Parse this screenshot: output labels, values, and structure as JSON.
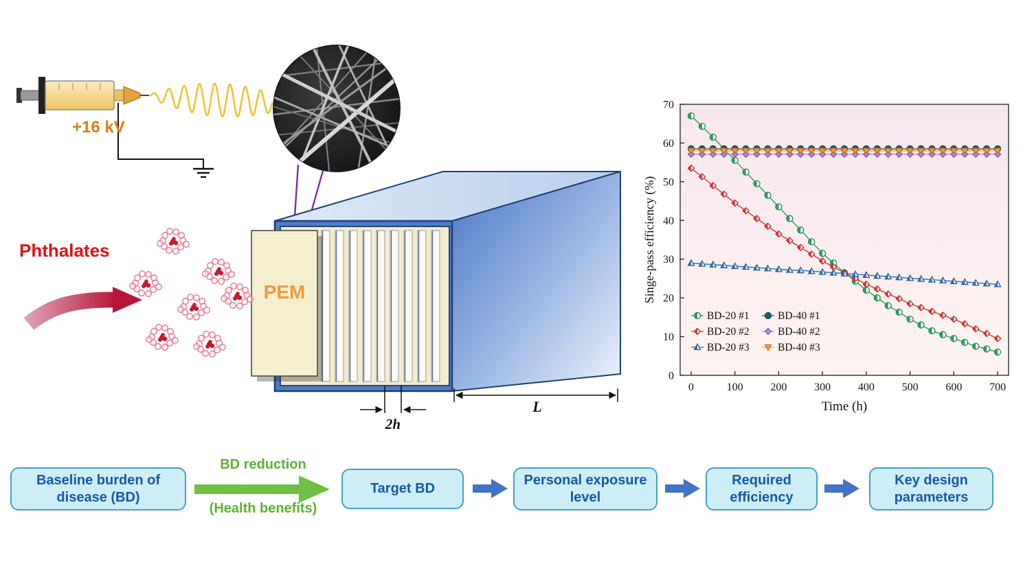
{
  "figure": {
    "voltage_label": "+16 kV",
    "phthalates_label": "Phthalates",
    "pem_label": "PEM",
    "gap_label": "2h",
    "length_label": "L",
    "colors": {
      "voltage": "#e07b1a",
      "phthalates": "#e01212",
      "pem": "#ed9c3c"
    }
  },
  "chart_data": {
    "type": "line",
    "title": "",
    "xlabel": "Time (h)",
    "ylabel": "Singe-pass efficiency (%)",
    "xlim": [
      0,
      700
    ],
    "ylim": [
      0,
      70
    ],
    "x_ticks": [
      0,
      100,
      200,
      300,
      400,
      500,
      600,
      700
    ],
    "y_ticks": [
      0,
      10,
      20,
      30,
      40,
      50,
      60,
      70
    ],
    "grid": false,
    "legend_position": "lower-left",
    "plot_bg_top": "#f8e6ef",
    "plot_bg_bottom": "#fdf4f1",
    "x": [
      0,
      25,
      50,
      75,
      100,
      125,
      150,
      175,
      200,
      225,
      250,
      275,
      300,
      325,
      350,
      375,
      400,
      425,
      450,
      475,
      500,
      525,
      550,
      575,
      600,
      625,
      650,
      675,
      700
    ],
    "series": [
      {
        "name": "BD-20 #1",
        "color": "#2e9e5b",
        "edge": "#1d7a42",
        "marker": "circle",
        "fill": "half",
        "values": [
          67,
          64.3,
          61.5,
          58.5,
          55.5,
          52.5,
          49.5,
          46.5,
          43.5,
          40.5,
          37.5,
          34.5,
          31.5,
          29,
          26.5,
          24.3,
          22,
          20,
          18,
          16.3,
          14.5,
          13,
          11.5,
          10.5,
          9.5,
          8.5,
          7.5,
          6.8,
          6
        ]
      },
      {
        "name": "BD-20 #2",
        "color": "#d83434",
        "edge": "#a81f1f",
        "marker": "diamond",
        "fill": "half",
        "values": [
          53.5,
          51.3,
          49,
          46.8,
          44.5,
          42.5,
          40.5,
          38.5,
          36.5,
          34.8,
          33,
          31.3,
          29.5,
          28,
          26.5,
          25,
          23.5,
          22.3,
          21,
          19.8,
          18.5,
          17.5,
          16.5,
          15.5,
          14.5,
          13.3,
          12,
          10.8,
          9.5
        ]
      },
      {
        "name": "BD-20 #3",
        "color": "#2e6db4",
        "edge": "#1d4f8a",
        "marker": "triangle-up",
        "fill": "half",
        "values": [
          29,
          28.8,
          28.6,
          28.4,
          28.2,
          28,
          27.8,
          27.6,
          27.4,
          27.2,
          27.1,
          26.9,
          26.7,
          26.5,
          26.3,
          26.1,
          25.9,
          25.7,
          25.5,
          25.3,
          25.1,
          24.9,
          24.7,
          24.5,
          24.3,
          24.1,
          23.9,
          23.7,
          23.5
        ]
      },
      {
        "name": "BD-40 #1",
        "color": "#17666e",
        "edge": "#0c4047",
        "marker": "circle",
        "fill": "solid",
        "values": [
          58.5,
          58.5,
          58.5,
          58.5,
          58.5,
          58.5,
          58.5,
          58.5,
          58.5,
          58.5,
          58.5,
          58.5,
          58.5,
          58.5,
          58.5,
          58.5,
          58.5,
          58.5,
          58.5,
          58.5,
          58.5,
          58.5,
          58.5,
          58.5,
          58.5,
          58.5,
          58.5,
          58.5,
          58.5
        ]
      },
      {
        "name": "BD-40 #2",
        "color": "#b488dc",
        "edge": "#7a4fa8",
        "marker": "diamond",
        "fill": "solid",
        "values": [
          57.1,
          57.1,
          57.1,
          57.1,
          57.1,
          57.1,
          57.1,
          57.1,
          57.1,
          57.1,
          57.1,
          57.1,
          57.1,
          57.1,
          57.1,
          57.1,
          57.1,
          57.1,
          57.1,
          57.1,
          57.1,
          57.1,
          57.1,
          57.1,
          57.1,
          57.1,
          57.1,
          57.1,
          57.1
        ]
      },
      {
        "name": "BD-40 #3",
        "color": "#f59a3c",
        "edge": "#c86f18",
        "marker": "triangle-down",
        "fill": "solid",
        "values": [
          58,
          58,
          58,
          58,
          58,
          58,
          58,
          58,
          58,
          58,
          58,
          58,
          58,
          58,
          58,
          58,
          58,
          58,
          58,
          58,
          58,
          58,
          58,
          58,
          58,
          58,
          58,
          58,
          58
        ]
      }
    ]
  },
  "flow": {
    "boxes": [
      {
        "label": "Baseline burden of disease (BD)"
      },
      {
        "label": "Target BD"
      },
      {
        "label": "Personal exposure level"
      },
      {
        "label": "Required efficiency"
      },
      {
        "label": "Key design parameters"
      }
    ],
    "green_arrow_top": "BD reduction",
    "green_arrow_bottom": "(Health benefits)",
    "colors": {
      "box_fill": "#cdeef6",
      "box_border": "#45a0c6",
      "box_text": "#1558a8",
      "arrow_blue": "#4472c4",
      "arrow_green": "#6fbf45",
      "green_text": "#5cb030"
    }
  }
}
